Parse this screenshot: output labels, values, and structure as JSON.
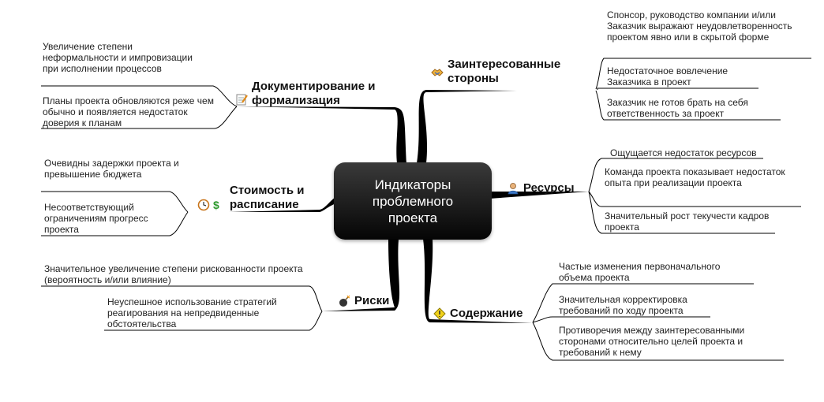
{
  "center": {
    "title": "Индикаторы проблемного проекта"
  },
  "branches": {
    "stakeholders": {
      "label": "Заинтересованные стороны",
      "icon": "handshake-icon",
      "leaves": [
        "Спонсор, руководство компании и/или Заказчик выражают неудовлетворенность проектом явно или в скрытой форме",
        "Недостаточное вовлечение Заказчика в проект",
        "Заказчик не готов брать на себя ответственность за проект"
      ]
    },
    "resources": {
      "label": "Ресурсы",
      "icon": "person-icon",
      "leaves": [
        "Ощущается недостаток ресурсов",
        "Команда проекта показывает недостаток опыта при реализации проекта",
        "Значительный рост текучести кадров проекта"
      ]
    },
    "scope": {
      "label": "Содержание",
      "icon": "diamond-icon",
      "leaves": [
        "Частые изменения первоначального объема проекта",
        "Значительная корректировка требований по ходу проекта",
        "Противоречия между заинтересованными сторонами относительно целей проекта и требований к нему"
      ]
    },
    "documentation": {
      "label": "Документирование и формализация",
      "icon": "memo-icon",
      "leaves": [
        "Увеличение степени неформальности и импровизации при исполнении процессов",
        "Планы проекта обновляются реже чем обычно и появляется недостаток доверия к планам"
      ]
    },
    "cost": {
      "label": "Стоимость и расписание",
      "icon": "clock-money-icon",
      "leaves": [
        "Очевидны задержки проекта и превышение бюджета",
        "Несоответствующий ограничениям прогресс проекта"
      ]
    },
    "risks": {
      "label": "Риски",
      "icon": "bomb-icon",
      "leaves": [
        "Значительное увеличение степени рискованности проекта (вероятность и/или влияние)",
        "Неуспешное использование стратегий реагирования на непредвиденные обстоятельства"
      ]
    }
  }
}
